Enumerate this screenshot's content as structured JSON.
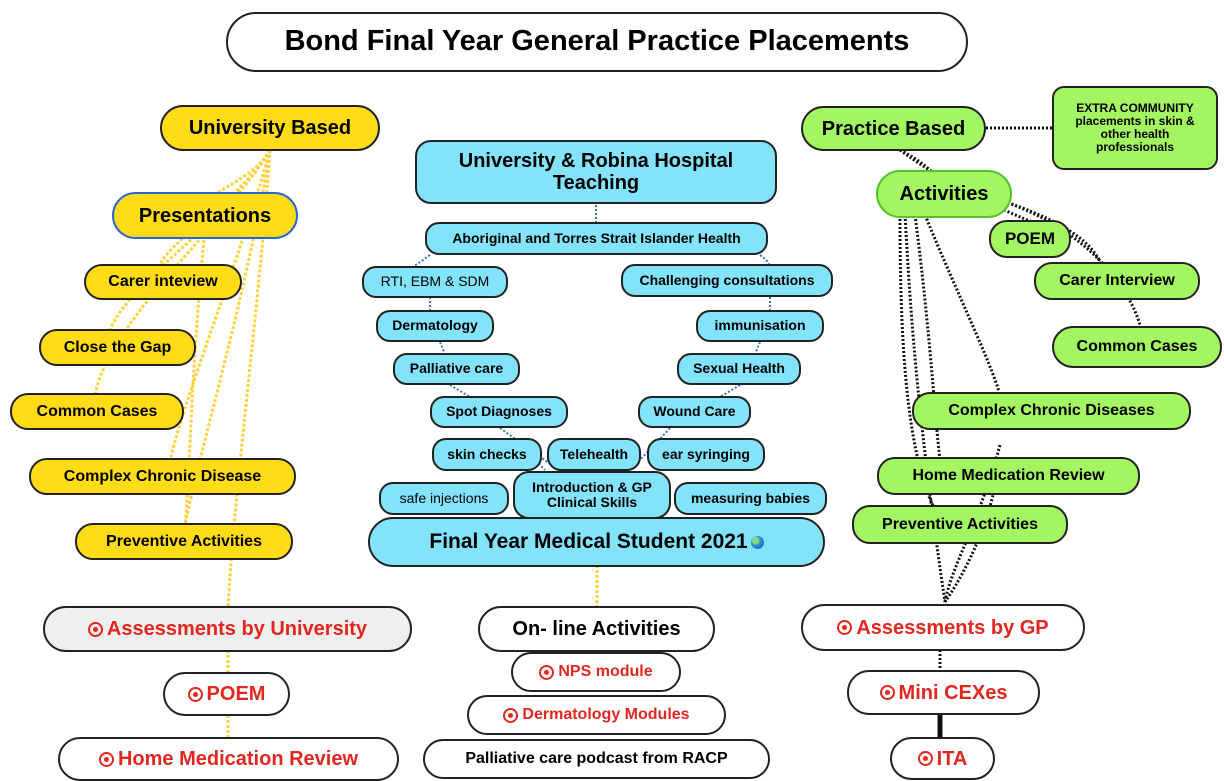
{
  "title": "Bond Final Year General Practice Placements",
  "university": {
    "root": "University Based",
    "presentations": "Presentations",
    "items": [
      "Carer inteview",
      "Close the Gap",
      "Common Cases",
      "Complex Chronic Disease",
      "Preventive Activities"
    ]
  },
  "teaching": {
    "title": "University & Robina Hospital Teaching",
    "topics": {
      "aboriginal": "Aboriginal and Torres Strait Islander Health",
      "rti": "RTI, EBM & SDM",
      "challenging": "Challenging consultations",
      "dermatology": "Dermatology",
      "immunisation": "immunisation",
      "palliative": "Palliative care",
      "sexual": "Sexual Health",
      "spot": "Spot Diagnoses",
      "wound": "Wound Care",
      "skin": "skin checks",
      "telehealth": "Telehealth",
      "ear": "ear syringing",
      "injections": "safe injections",
      "intro": "Introduction & GP Clinical Skills",
      "babies": "measuring babies"
    },
    "central": "Final Year Medical Student 2021"
  },
  "practice": {
    "root": "Practice Based",
    "extra": "EXTRA COMMUNITY placements in skin & other health professionals",
    "activities": "Activities",
    "items": {
      "poem": "POEM",
      "carer": "Carer Interview",
      "common": "Common Cases",
      "complex": "Complex Chronic Diseases",
      "home": "Home Medication Review",
      "preventive": "Preventive Activities"
    }
  },
  "assessments": {
    "university": {
      "title": "Assessments by University",
      "items": [
        "POEM",
        "Home Medication Review"
      ]
    },
    "online": {
      "title": "On- line Activities",
      "items": [
        "NPS module",
        "Dermatology Modules",
        "Palliative care podcast from RACP"
      ]
    },
    "gp": {
      "title": "Assessments by GP",
      "items": [
        "Mini CEXes",
        "ITA"
      ]
    }
  },
  "colors": {
    "university": "#ffdc16",
    "teaching": "#82e3fb",
    "practice": "#a3f562",
    "assessment_text": "#e3271f"
  },
  "icons": [
    "goal-icon",
    "globe-icon"
  ]
}
